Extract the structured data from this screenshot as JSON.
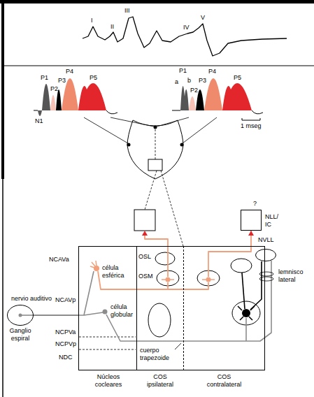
{
  "diagram": {
    "nodes": [
      {
        "text": [
          "NLL/ IC"
        ]
      },
      {
        "text": [
          "NVLL"
        ]
      },
      {
        "text": [
          "Núcleos cocleares"
        ]
      },
      {
        "text": [
          "COS ipsilateral"
        ]
      },
      {
        "text": [
          "COS contralateral"
        ]
      },
      {
        "text": [
          "Ganglio espiral"
        ]
      }
    ],
    "edges": [
      {
        "from": 4,
        "to": 0,
        "arrow": "to"
      },
      {
        "from": 5,
        "to": 2,
        "arrow": "none"
      }
    ],
    "labels": [
      "I",
      "II",
      "III",
      "IV",
      "V",
      "P1",
      "P2",
      "P3",
      "P4",
      "P5",
      "N1",
      "P1",
      "a",
      "b",
      "P2",
      "P3",
      "P4",
      "P5",
      "1 mseg",
      "?",
      "NCAVa",
      "célula esférica",
      "OSL",
      "OSM",
      "NCAVp",
      "célula globular",
      "nervio auditivo",
      "NCPVa",
      "NCPVp",
      "NDC",
      "cuerpo trapezoide",
      "lemnisco lateral"
    ]
  }
}
